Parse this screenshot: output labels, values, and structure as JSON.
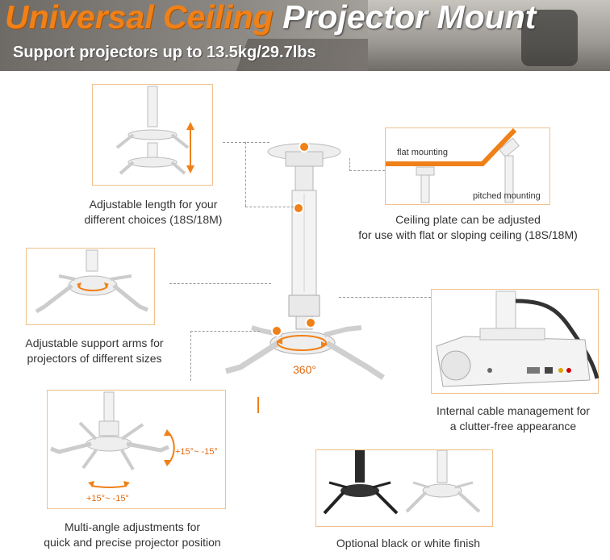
{
  "banner": {
    "title_part1": "Universal Ceiling",
    "title_part2": "Projector Mount",
    "subtitle": "Support projectors up to 13.5kg/29.7lbs"
  },
  "features": {
    "length": {
      "caption_line1": "Adjustable length for your",
      "caption_line2": "different choices (18S/18M)"
    },
    "ceiling_plate": {
      "caption_line1": "Ceiling plate can be adjusted",
      "caption_line2": "for use with flat or sloping ceiling (18S/18M)",
      "label_flat": "flat mounting",
      "label_pitched": "pitched mounting"
    },
    "arms": {
      "caption_line1": "Adjustable support arms for",
      "caption_line2": "projectors of different sizes"
    },
    "cable": {
      "caption_line1": "Internal cable management for",
      "caption_line2": "a clutter-free appearance"
    },
    "angle": {
      "caption_line1": "Multi-angle adjustments for",
      "caption_line2": "quick and precise projector position",
      "tilt_label": "+15°~ -15°",
      "swivel_label": "+15°~ -15°"
    },
    "finish": {
      "caption": "Optional black or white finish"
    },
    "rotation": {
      "label": "360°"
    }
  },
  "colors": {
    "accent": "#f08018",
    "box_border": "#f0c08a",
    "mount_white": "#f2f2f2"
  }
}
